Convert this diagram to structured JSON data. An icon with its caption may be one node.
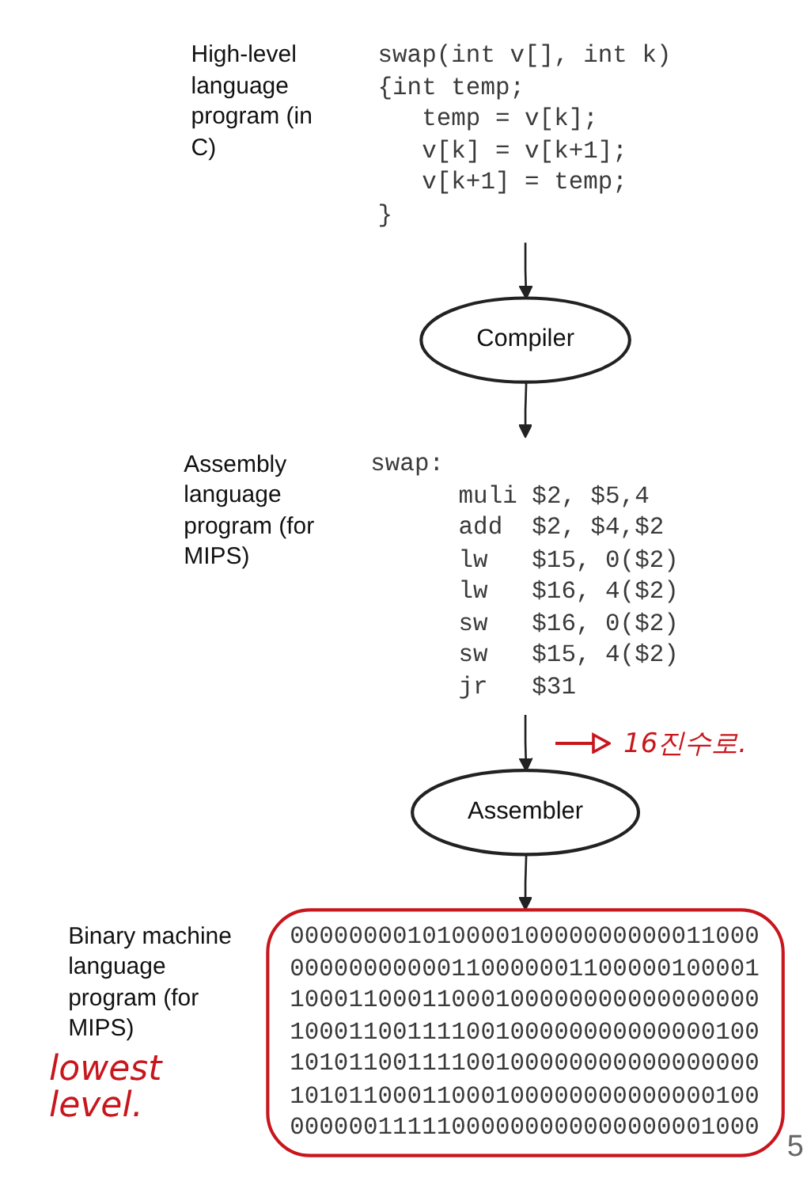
{
  "diagram": {
    "nodes": [
      {
        "text": [
          "swap(int v[], int k)",
          "{int temp;",
          "temp = v[k];",
          "v[k] = v[k+1];",
          "v[k+1] = temp;",
          "}"
        ],
        "beside": [
          "High-level language program (in C)"
        ]
      },
      {
        "text": [
          "Compiler"
        ]
      },
      {
        "text": [
          "swap:",
          "muli $2, $5,4",
          "add $2, $4,$2",
          "lw $15, 0($2)",
          "lw $16, 4($2)",
          "sw $16, 0($2)",
          "sw $15, 4($2)",
          "jr $31"
        ],
        "beside": [
          "Assembly language program (for MIPS)"
        ]
      },
      {
        "text": [
          "Assembler"
        ]
      },
      {
        "text": [
          "00000000101000010000000000011000",
          "00000000000110000001100000100001",
          "10001100011000100000000000000000",
          "10001100111100100000000000000100",
          "10101100111100100000000000000000",
          "10101100011000100000000000000100",
          "00000011111000000000000000001000"
        ],
        "beside": [
          "Binary machine language program (for MIPS)"
        ]
      }
    ],
    "edges": [
      {
        "from": 0,
        "to": 1,
        "arrow": "to"
      },
      {
        "from": 1,
        "to": 2,
        "arrow": "to"
      },
      {
        "from": 2,
        "to": 3,
        "arrow": "to"
      },
      {
        "from": 3,
        "to": 4,
        "arrow": "to"
      }
    ],
    "labels": [
      "16진수로.",
      "lowest level.",
      "5"
    ]
  }
}
